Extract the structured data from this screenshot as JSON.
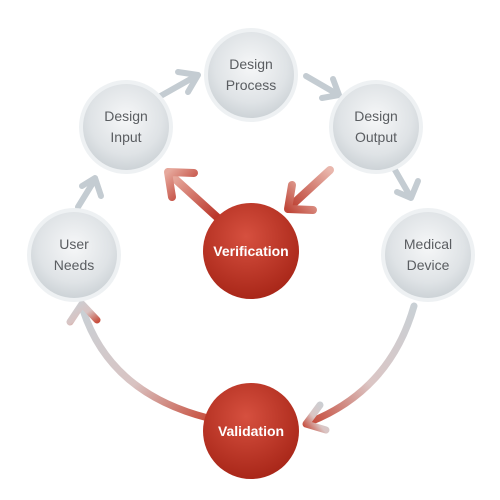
{
  "nodes": {
    "design_process": {
      "line1": "Design",
      "line2": "Process"
    },
    "design_input": {
      "line1": "Design",
      "line2": "Input"
    },
    "design_output": {
      "line1": "Design",
      "line2": "Output"
    },
    "medical_device": {
      "line1": "Medical",
      "line2": "Device"
    },
    "user_needs": {
      "line1": "User",
      "line2": "Needs"
    },
    "verification": {
      "label": "Verification"
    },
    "validation": {
      "label": "Validation"
    }
  },
  "colors": {
    "grey_circle_fill": "#d7dbde",
    "grey_circle_ring": "#eef1f3",
    "grey_arrow": "#c4ccd2",
    "red_circle": "#b93226",
    "red_arrow": "#c85a48"
  }
}
